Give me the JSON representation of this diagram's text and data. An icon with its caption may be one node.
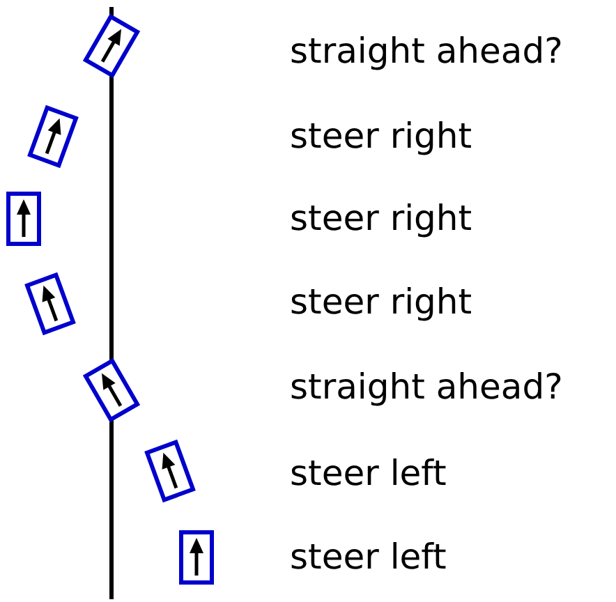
{
  "diagram": {
    "labels": [
      "straight ahead?",
      "steer right",
      "steer right",
      "steer right",
      "straight ahead?",
      "steer left",
      "steer left"
    ]
  }
}
